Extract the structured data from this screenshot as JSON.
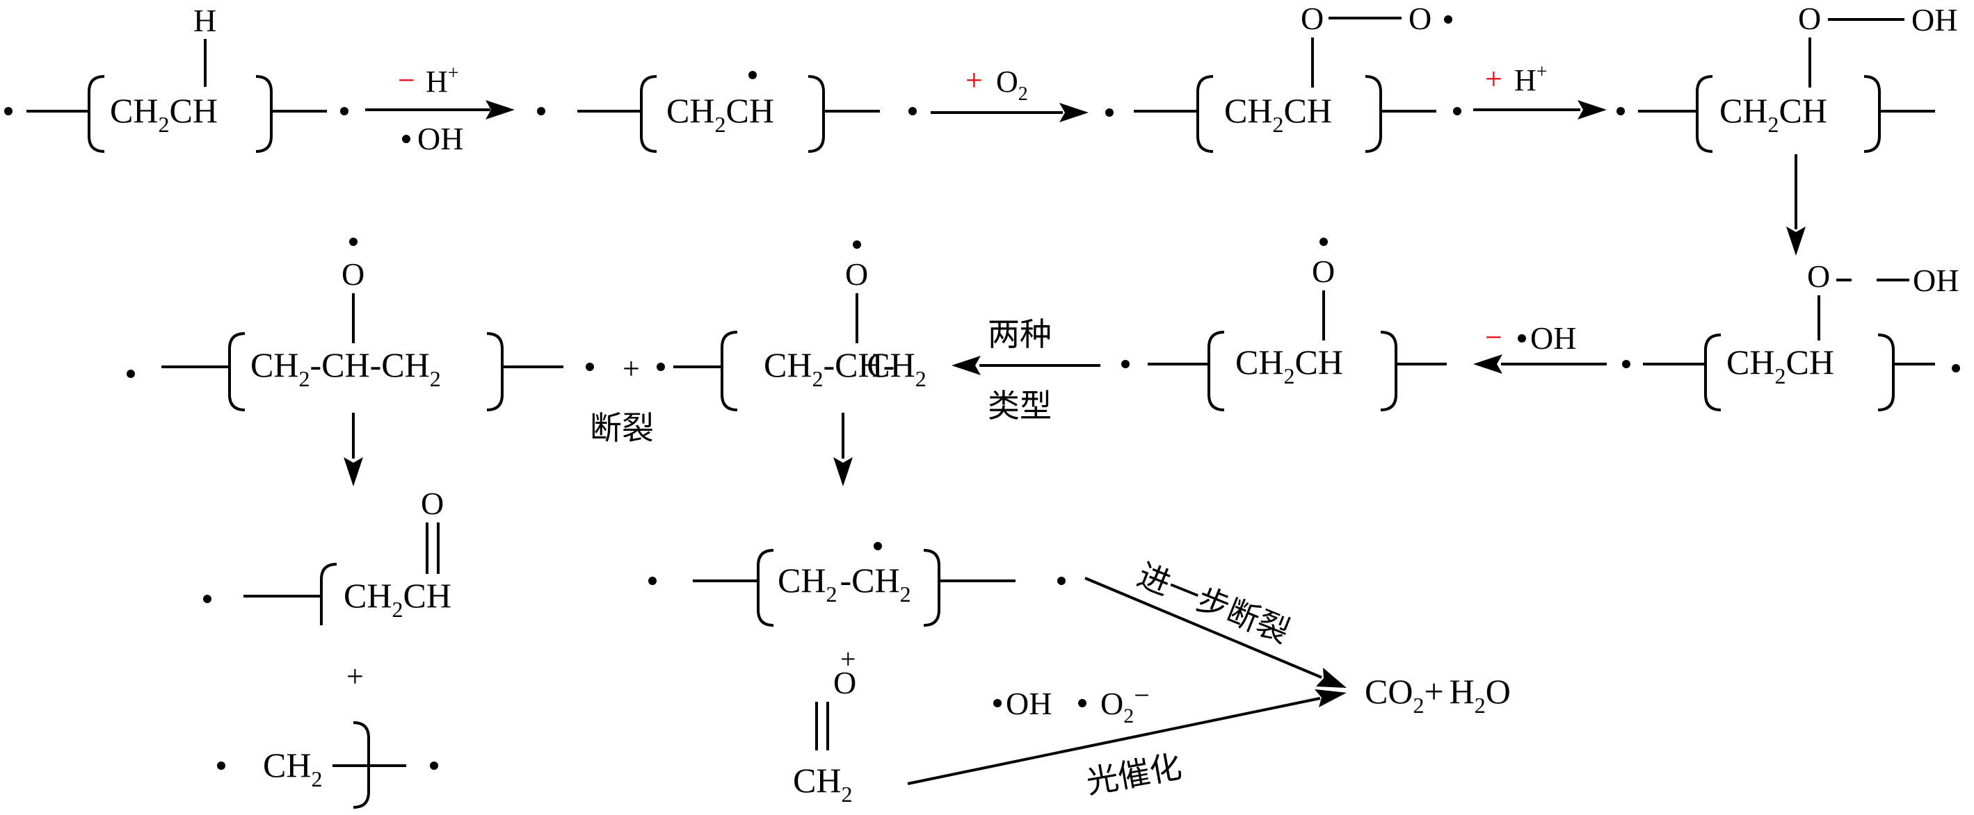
{
  "colors": {
    "ink": "#000000",
    "sign": "#e60012",
    "background": "#ffffff"
  },
  "units": {
    "h_atom": "H",
    "ch2": "CH",
    "ch": "CH",
    "sub2": "2",
    "o_atom": "O",
    "oh": "OH",
    "ch2_ch": "-CH-",
    "plus": "+",
    "minus": "−",
    "superscript_plus": "+",
    "h_ion": "H",
    "o2": "O",
    "co2": "CO",
    "h2o": "H",
    "water_o": "O",
    "o2_radical_minus": "O",
    "minus_sign_sup": "−"
  },
  "labels": {
    "cleavage": "断裂",
    "two_types_line1": "两种",
    "two_types_line2": "类型",
    "further_cleavage": "进一步断裂",
    "photocatalysis": "光催化"
  }
}
